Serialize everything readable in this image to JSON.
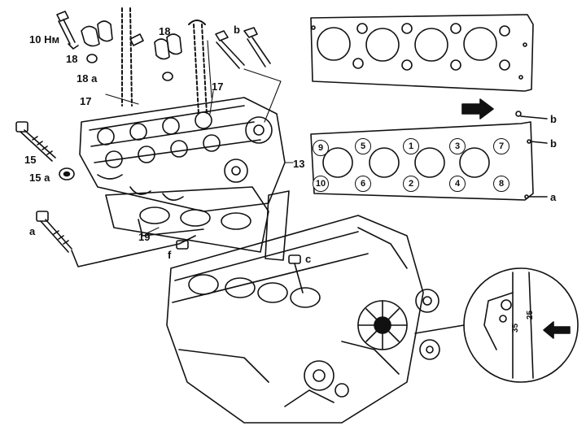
{
  "callouts": {
    "torque": "10 Нм",
    "n18_top": "18",
    "n18_left": "18",
    "n18a": "18 a",
    "n17_left": "17",
    "n17_right": "17",
    "n15": "15",
    "n15a": "15 a",
    "n13": "13",
    "n19": "19",
    "a_bolt": "a",
    "b_top": "b",
    "f_dowel": "f",
    "c_dowel": "c",
    "gasket_b1": "b",
    "gasket_b2": "b",
    "gasket_a": "a"
  },
  "tightening_sequence": [
    "9",
    "5",
    "1",
    "3",
    "7",
    "10",
    "6",
    "2",
    "4",
    "8"
  ],
  "timing_scale": {
    "mark1": "35",
    "mark2": "25"
  },
  "arrows": [
    "arrow-right-icon",
    "arrow-left-icon"
  ]
}
